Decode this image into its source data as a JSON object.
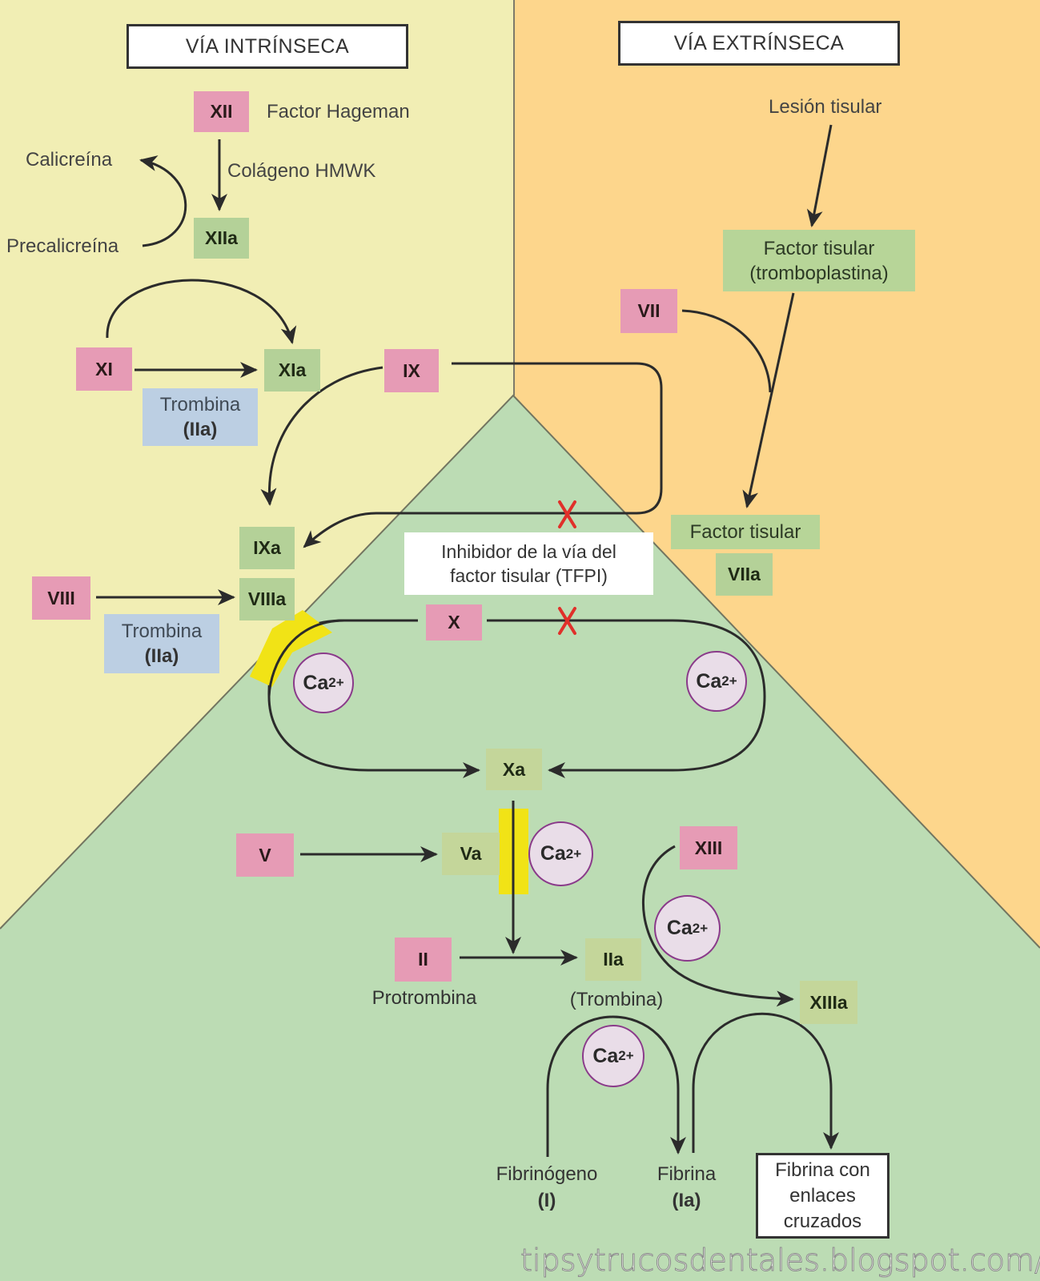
{
  "colors": {
    "intrinsic_bg": "#f1eeb4",
    "extrinsic_bg": "#fdd68c",
    "common_bg": "#bcdcb4",
    "inactive_factor": "#e69bb5",
    "active_factor": "#b4d198",
    "thrombin_cofactor": "#bccfe3",
    "membrane_highlight": "#f1e316",
    "inhibition_mark": "#e0302a",
    "calcium_circle": "#e9dde8"
  },
  "headers": {
    "intrinsic": "VÍA INTRÍNSECA",
    "extrinsic": "VÍA EXTRÍNSECA"
  },
  "intrinsic": {
    "xii": "XII",
    "xii_name": "Factor Hageman",
    "xii_cofactors": "Colágeno HMWK",
    "xiia": "XIIa",
    "calicreina": "Calicreína",
    "precalicreina": "Precalicreína",
    "xi": "XI",
    "xia": "XIa",
    "thrombin_1_line1": "Trombina",
    "thrombin_1_line2": "(IIa)",
    "ix": "IX",
    "ixa": "IXa",
    "viii": "VIII",
    "viiia": "VIIIa",
    "thrombin_2_line1": "Trombina",
    "thrombin_2_line2": "(IIa)"
  },
  "extrinsic": {
    "lesion": "Lesión tisular",
    "tf_line1": "Factor tisular",
    "tf_line2": "(tromboplastina)",
    "vii": "VII",
    "tf_complex": "Factor tisular",
    "viia": "VIIa"
  },
  "common": {
    "tfpi_line1": "Inhibidor de la vía del",
    "tfpi_line2": "factor tisular (TFPI)",
    "x": "X",
    "xa": "Xa",
    "v": "V",
    "va": "Va",
    "ii": "II",
    "ii_name": "Protrombina",
    "iia": "IIa",
    "iia_name": "(Trombina)",
    "xiii": "XIII",
    "xiiia": "XIIIa",
    "fibrinogen_name": "Fibrinógeno",
    "fibrinogen_code": "(I)",
    "fibrin_name": "Fibrina",
    "fibrin_code": "(Ia)",
    "crosslinked_line1": "Fibrina con",
    "crosslinked_line2": "enlaces",
    "crosslinked_line3": "cruzados"
  },
  "calcium": {
    "symbol": "Ca",
    "charge": "2+"
  },
  "inhibition_symbol": "X",
  "watermark": "tipsytrucosdentales.blogspot.com/"
}
